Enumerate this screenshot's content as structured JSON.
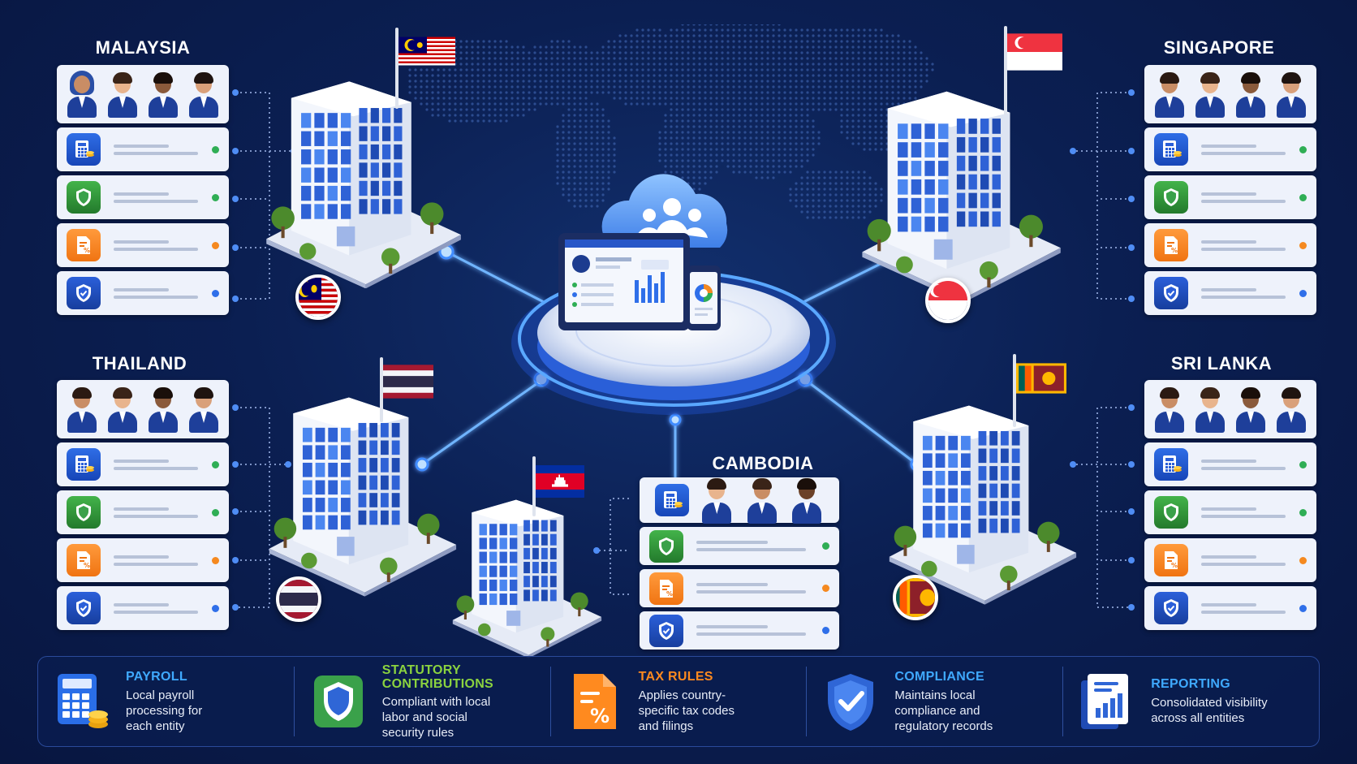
{
  "countries": {
    "malaysia": {
      "name": "MALAYSIA"
    },
    "singapore": {
      "name": "SINGAPORE"
    },
    "thailand": {
      "name": "THAILAND"
    },
    "sri_lanka": {
      "name": "SRI LANKA"
    },
    "cambodia": {
      "name": "CAMBODIA"
    }
  },
  "features": [
    {
      "title": "PAYROLL",
      "desc": "Local payroll\nprocessing for\neach entity",
      "color": "#3fa9ff",
      "icon": "calculator-icon"
    },
    {
      "title": "STATUTORY\nCONTRIBUTIONS",
      "desc": "Compliant with local\nlabor and social\nsecurity rules",
      "color": "#8bd33f",
      "icon": "shield-icon"
    },
    {
      "title": "TAX RULES",
      "desc": "Applies country-\nspecific tax codes\nand filings",
      "color": "#ff8a1f",
      "icon": "tax-document-icon"
    },
    {
      "title": "COMPLIANCE",
      "desc": "Maintains local\ncompliance and\nregulatory records",
      "color": "#3fa9ff",
      "icon": "check-shield-icon"
    },
    {
      "title": "REPORTING",
      "desc": "Consolidated visibility\nacross all entities",
      "color": "#3fa9ff",
      "icon": "report-chart-icon"
    }
  ],
  "colors": {
    "background": "#0b1f52",
    "accent": "#3f8cff",
    "glow": "#5aa8ff"
  }
}
